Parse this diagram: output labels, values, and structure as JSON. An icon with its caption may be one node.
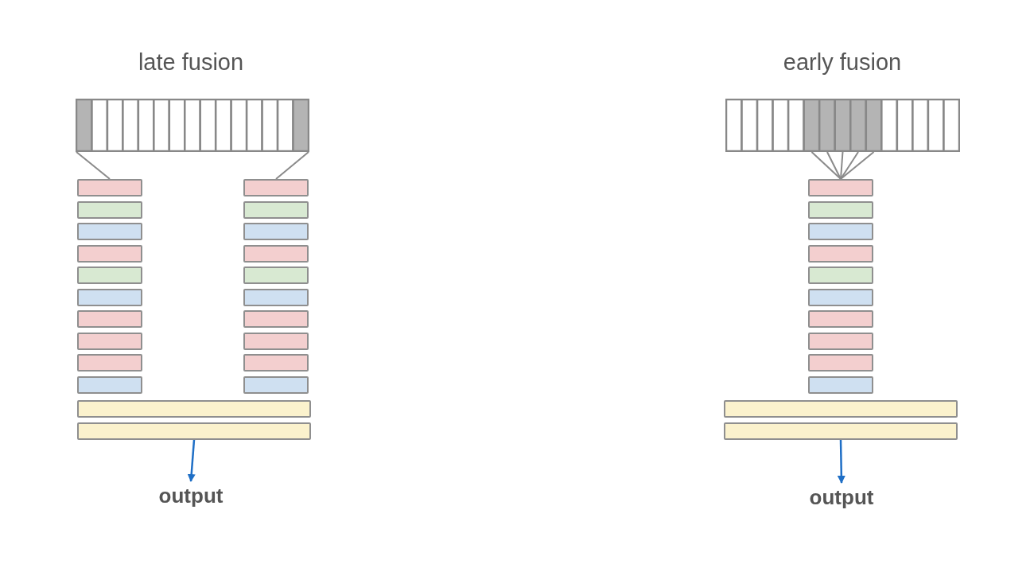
{
  "diagram": {
    "nodes": [
      {
        "text": [],
        "shape": "box"
      },
      {
        "text": [],
        "shape": "bar"
      },
      {
        "text": [],
        "shape": "bar"
      },
      {
        "text": [],
        "shape": "bar"
      },
      {
        "text": [],
        "shape": "bar"
      },
      {
        "text": [],
        "shape": "bar"
      },
      {
        "text": [],
        "shape": "bar"
      },
      {
        "text": [],
        "shape": "bar"
      },
      {
        "text": [],
        "shape": "bar"
      },
      {
        "text": [],
        "shape": "bar"
      },
      {
        "text": [],
        "shape": "bar"
      },
      {
        "text": [],
        "shape": "bar"
      },
      {
        "text": [],
        "shape": "bar"
      },
      {
        "text": [],
        "shape": "bar"
      },
      {
        "text": [],
        "shape": "bar"
      },
      {
        "text": [],
        "shape": "bar"
      },
      {
        "text": [],
        "shape": "bar"
      },
      {
        "text": [],
        "shape": "bar"
      },
      {
        "text": [],
        "shape": "bar"
      },
      {
        "text": [],
        "shape": "bar"
      },
      {
        "text": [],
        "shape": "bar"
      },
      {
        "text": [],
        "shape": "bar"
      },
      {
        "text": [],
        "shape": "bar"
      },
      {
        "text": [
          "output"
        ]
      },
      {
        "text": [],
        "shape": "box"
      },
      {
        "text": [],
        "shape": "bar"
      },
      {
        "text": [],
        "shape": "bar"
      },
      {
        "text": [],
        "shape": "bar"
      },
      {
        "text": [],
        "shape": "bar"
      },
      {
        "text": [],
        "shape": "bar"
      },
      {
        "text": [],
        "shape": "bar"
      },
      {
        "text": [],
        "shape": "bar"
      },
      {
        "text": [],
        "shape": "bar"
      },
      {
        "text": [],
        "shape": "bar"
      },
      {
        "text": [],
        "shape": "bar"
      },
      {
        "text": [],
        "shape": "bar"
      },
      {
        "text": [],
        "shape": "bar"
      },
      {
        "text": [
          "output"
        ]
      }
    ],
    "edges": [
      {
        "from": 0,
        "to": 1,
        "arrow": "none"
      },
      {
        "from": 0,
        "to": 11,
        "arrow": "none"
      },
      {
        "from": 22,
        "to": 23,
        "arrow": "to",
        "color": "#1f6fc6"
      },
      {
        "from": 24,
        "to": 25,
        "arrow": "none"
      },
      {
        "from": 24,
        "to": 25,
        "arrow": "none"
      },
      {
        "from": 24,
        "to": 25,
        "arrow": "none"
      },
      {
        "from": 24,
        "to": 25,
        "arrow": "none"
      },
      {
        "from": 24,
        "to": 25,
        "arrow": "none"
      },
      {
        "from": 36,
        "to": 37,
        "arrow": "to",
        "color": "#1f6fc6"
      }
    ],
    "labels": [
      "late fusion",
      "early fusion"
    ]
  }
}
